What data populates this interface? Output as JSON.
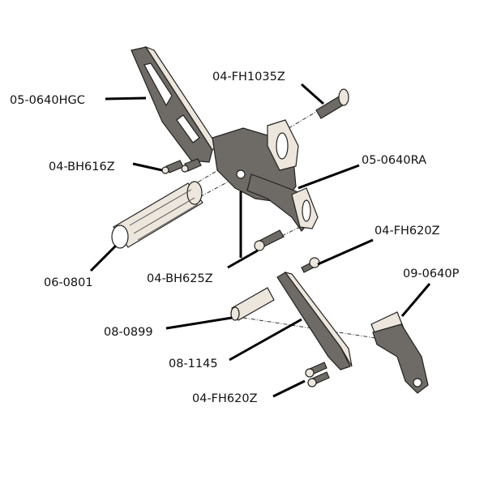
{
  "parts": [
    {
      "id": "heel-guard",
      "label": "05-0640HGC"
    },
    {
      "id": "pivot-bolt",
      "label": "04-FH1035Z"
    },
    {
      "id": "heel-guard-bolts",
      "label": "04-BH616Z"
    },
    {
      "id": "rearset-arm",
      "label": "05-0640RA"
    },
    {
      "id": "linkage-bolt-top",
      "label": "04-FH620Z"
    },
    {
      "id": "footpeg",
      "label": "06-0801"
    },
    {
      "id": "peg-bolt",
      "label": "04-BH625Z"
    },
    {
      "id": "bracket-plate",
      "label": "09-0640P"
    },
    {
      "id": "spacer",
      "label": "08-0899"
    },
    {
      "id": "linkage",
      "label": "08-1145"
    },
    {
      "id": "linkage-bolts-bottom",
      "label": "04-FH620Z"
    }
  ]
}
